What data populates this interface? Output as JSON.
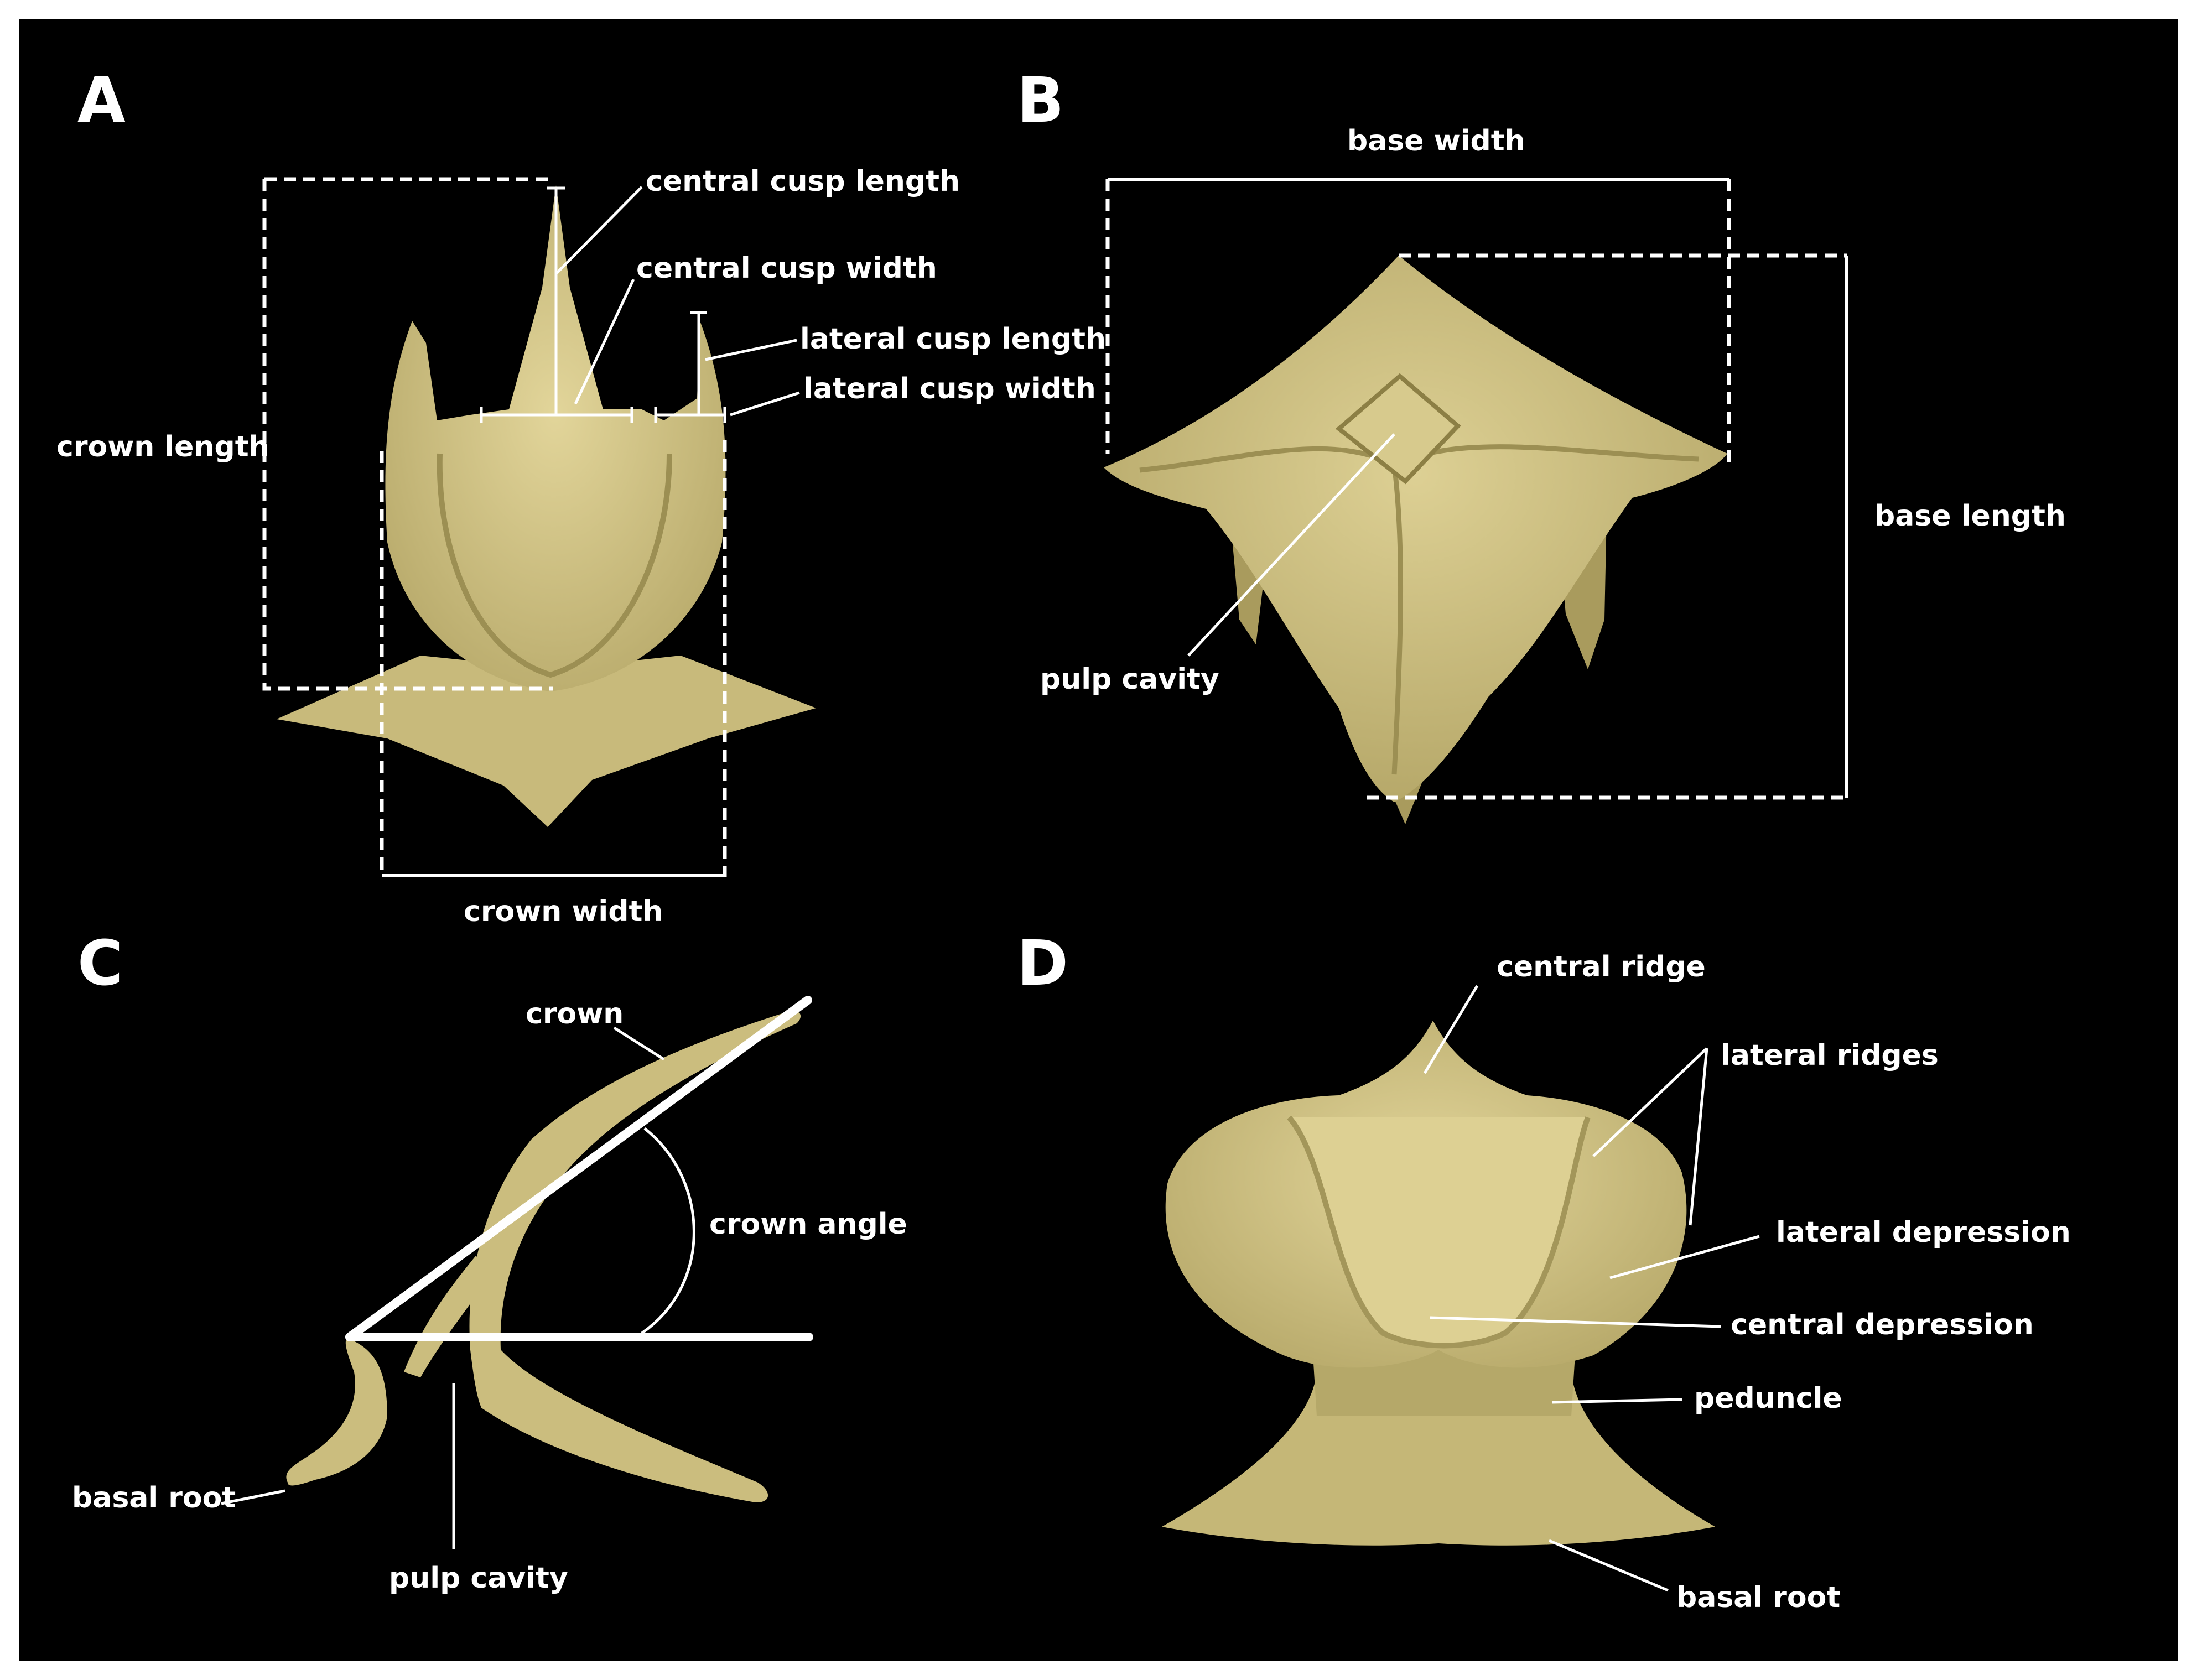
{
  "colors": {
    "background": "#000000",
    "frame": "#ffffff",
    "specimen": "#cbbd7e",
    "specimen_shade": "#a89a5c",
    "annotation": "#ffffff"
  },
  "panels": {
    "a": {
      "letter": "A",
      "labels": {
        "central_cusp_length": "central cusp length",
        "central_cusp_width": "central cusp width",
        "lateral_cusp_length": "lateral cusp length",
        "lateral_cusp_width": "lateral cusp width",
        "crown_length": "crown length",
        "crown_width": "crown width"
      }
    },
    "b": {
      "letter": "B",
      "labels": {
        "base_width": "base width",
        "base_length": "base length",
        "pulp_cavity": "pulp cavity"
      }
    },
    "c": {
      "letter": "C",
      "labels": {
        "crown": "crown",
        "crown_angle": "crown angle",
        "basal_root": "basal root",
        "pulp_cavity": "pulp cavity"
      }
    },
    "d": {
      "letter": "D",
      "labels": {
        "central_ridge": "central ridge",
        "lateral_ridges": "lateral ridges",
        "lateral_depression": "lateral depression",
        "central_depression": "central depression",
        "peduncle": "peduncle",
        "basal_root": "basal root"
      }
    }
  }
}
